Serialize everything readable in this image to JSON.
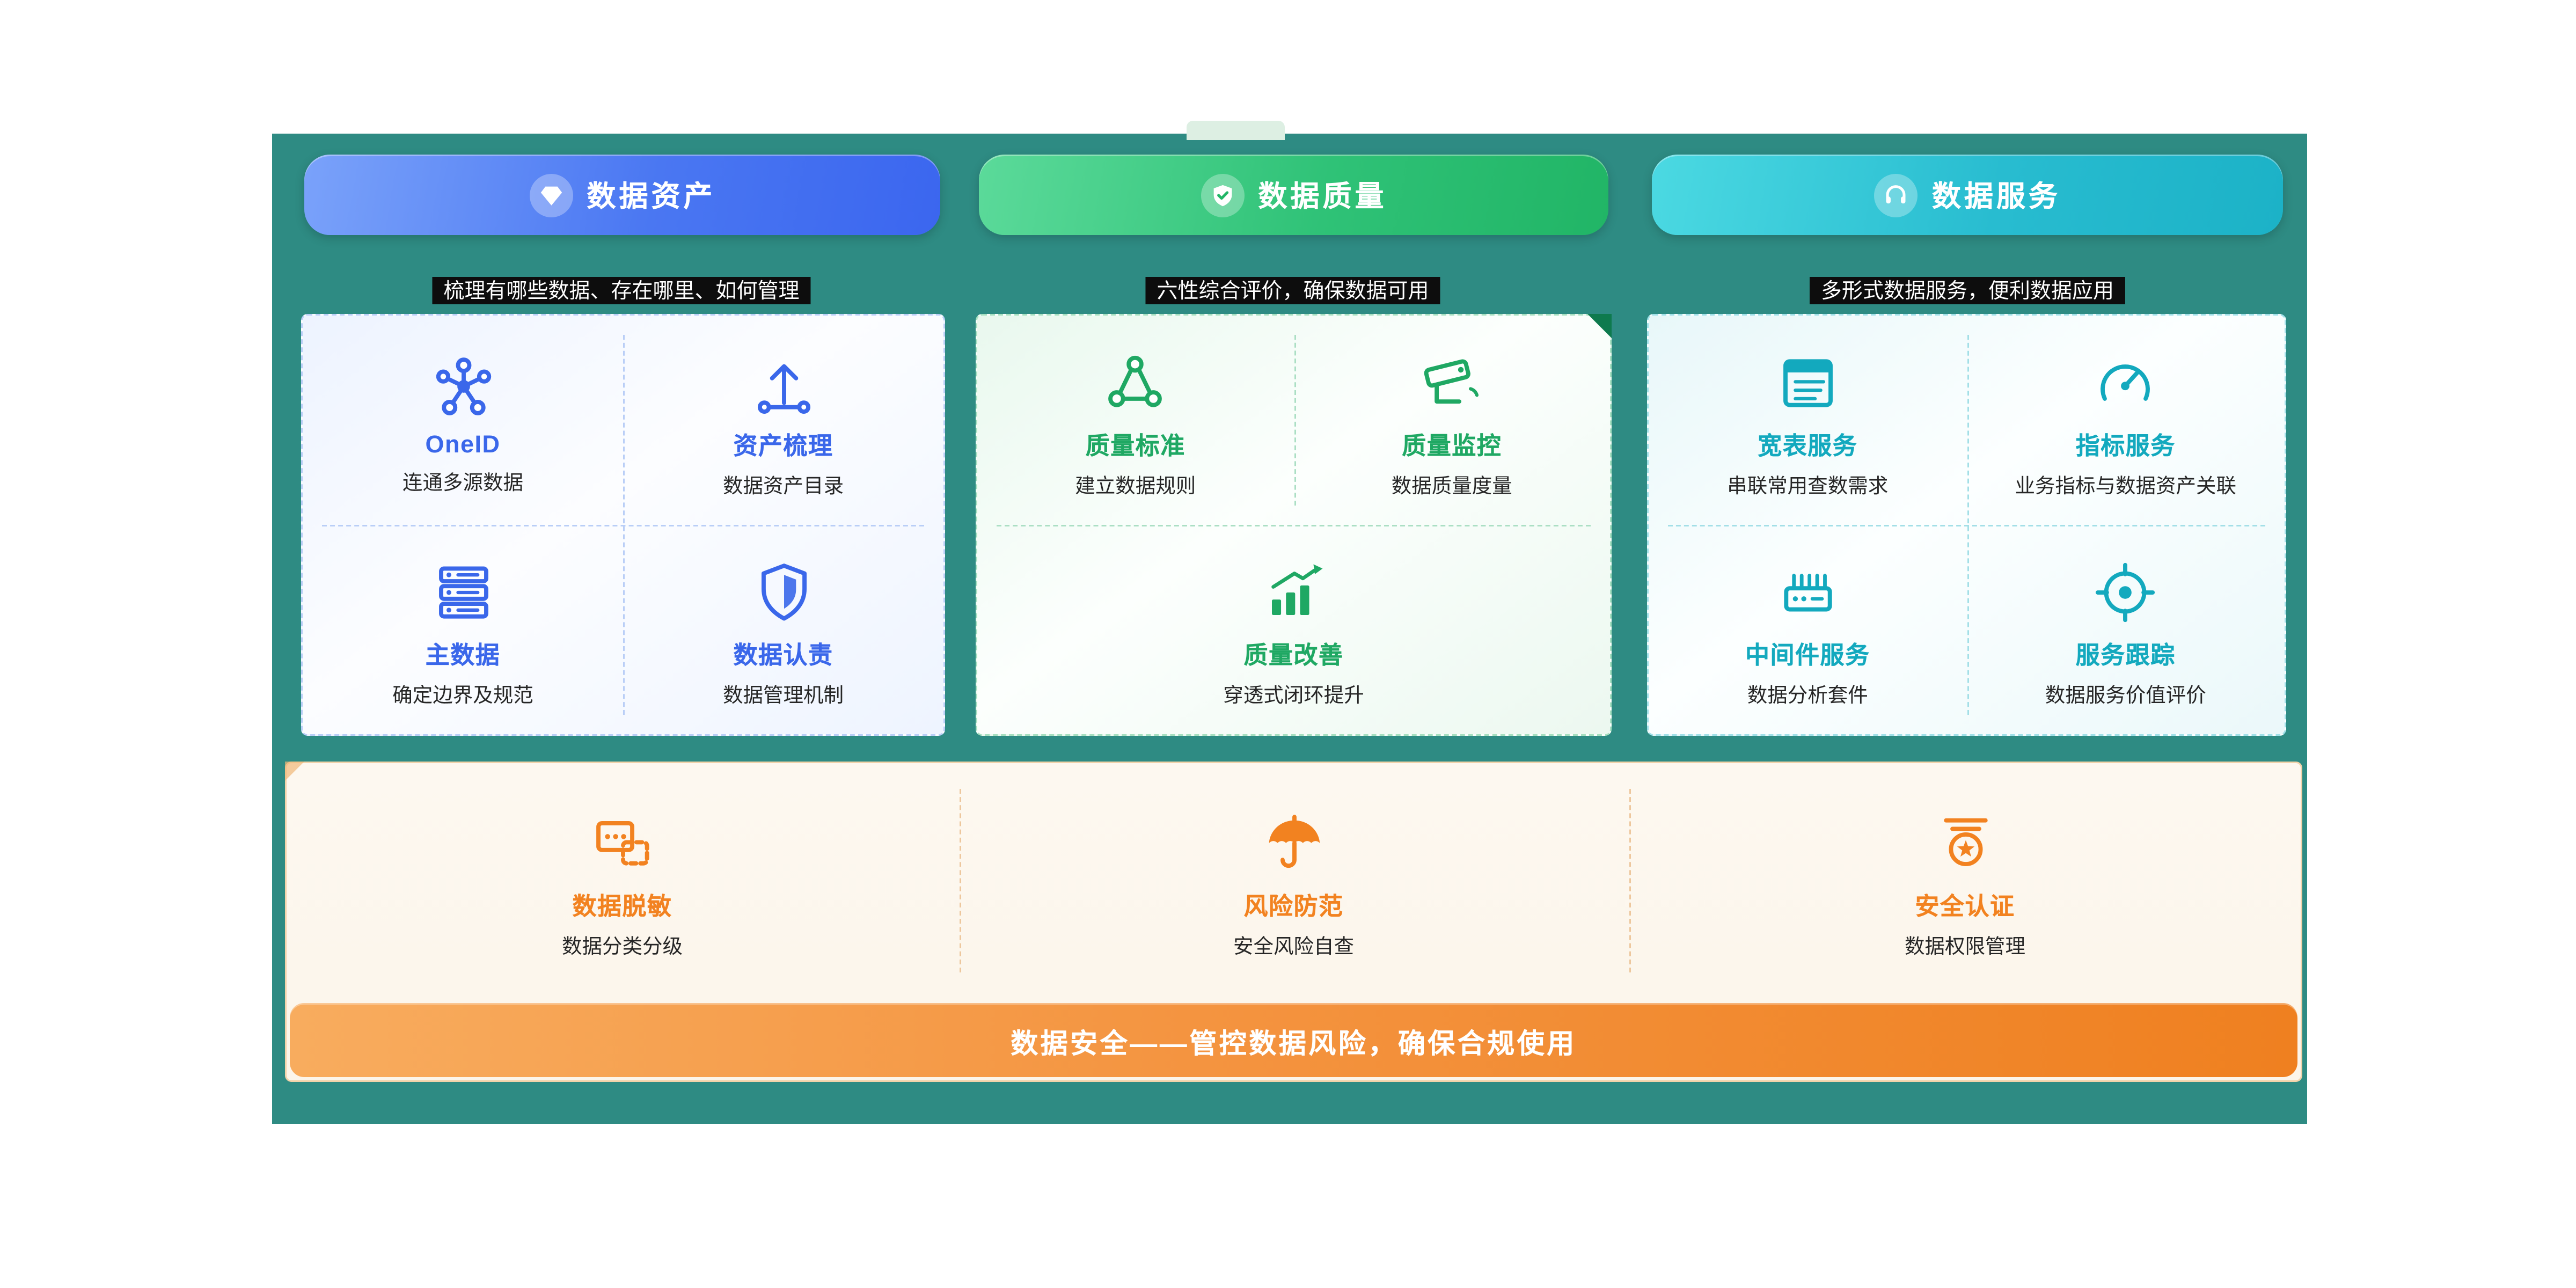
{
  "colors": {
    "band": "#2E8B83",
    "assets_accent": "#3A67EA",
    "quality_accent": "#1FA863",
    "services_accent": "#13A9BE",
    "security_accent": "#F28220"
  },
  "headers": {
    "assets": {
      "label": "数据资产",
      "subtitle": "梳理有哪些数据、存在哪里、如何管理",
      "icon": "diamond-icon"
    },
    "quality": {
      "label": "数据质量",
      "subtitle": "六性综合评价，确保数据可用",
      "icon": "shield-check-icon"
    },
    "services": {
      "label": "数据服务",
      "subtitle": "多形式数据服务，便利数据应用",
      "icon": "headset-icon"
    }
  },
  "panels": {
    "assets": {
      "items": [
        {
          "title": "OneID",
          "desc": "连通多源数据",
          "icon": "network-nodes-icon"
        },
        {
          "title": "资产梳理",
          "desc": "数据资产目录",
          "icon": "asset-flow-icon"
        },
        {
          "title": "主数据",
          "desc": "确定边界及规范",
          "icon": "database-stack-icon"
        },
        {
          "title": "数据认责",
          "desc": "数据管理机制",
          "icon": "shield-icon"
        }
      ]
    },
    "quality": {
      "items": [
        {
          "title": "质量标准",
          "desc": "建立数据规则",
          "icon": "rule-nodes-icon"
        },
        {
          "title": "质量监控",
          "desc": "数据质量度量",
          "icon": "cctv-camera-icon"
        },
        {
          "title": "质量改善",
          "desc": "穿透式闭环提升",
          "icon": "rising-chart-icon"
        }
      ]
    },
    "services": {
      "items": [
        {
          "title": "宽表服务",
          "desc": "串联常用查数需求",
          "icon": "wide-table-icon"
        },
        {
          "title": "指标服务",
          "desc": "业务指标与数据资产关联",
          "icon": "gauge-icon"
        },
        {
          "title": "中间件服务",
          "desc": "数据分析套件",
          "icon": "middleware-icon"
        },
        {
          "title": "服务跟踪",
          "desc": "数据服务价值评价",
          "icon": "target-icon"
        }
      ]
    },
    "security": {
      "items": [
        {
          "title": "数据脱敏",
          "desc": "数据分类分级",
          "icon": "data-mask-icon"
        },
        {
          "title": "风险防范",
          "desc": "安全风险自查",
          "icon": "umbrella-icon"
        },
        {
          "title": "安全认证",
          "desc": "数据权限管理",
          "icon": "certified-badge-icon"
        }
      ],
      "banner": "数据安全——管控数据风险，确保合规使用"
    }
  }
}
